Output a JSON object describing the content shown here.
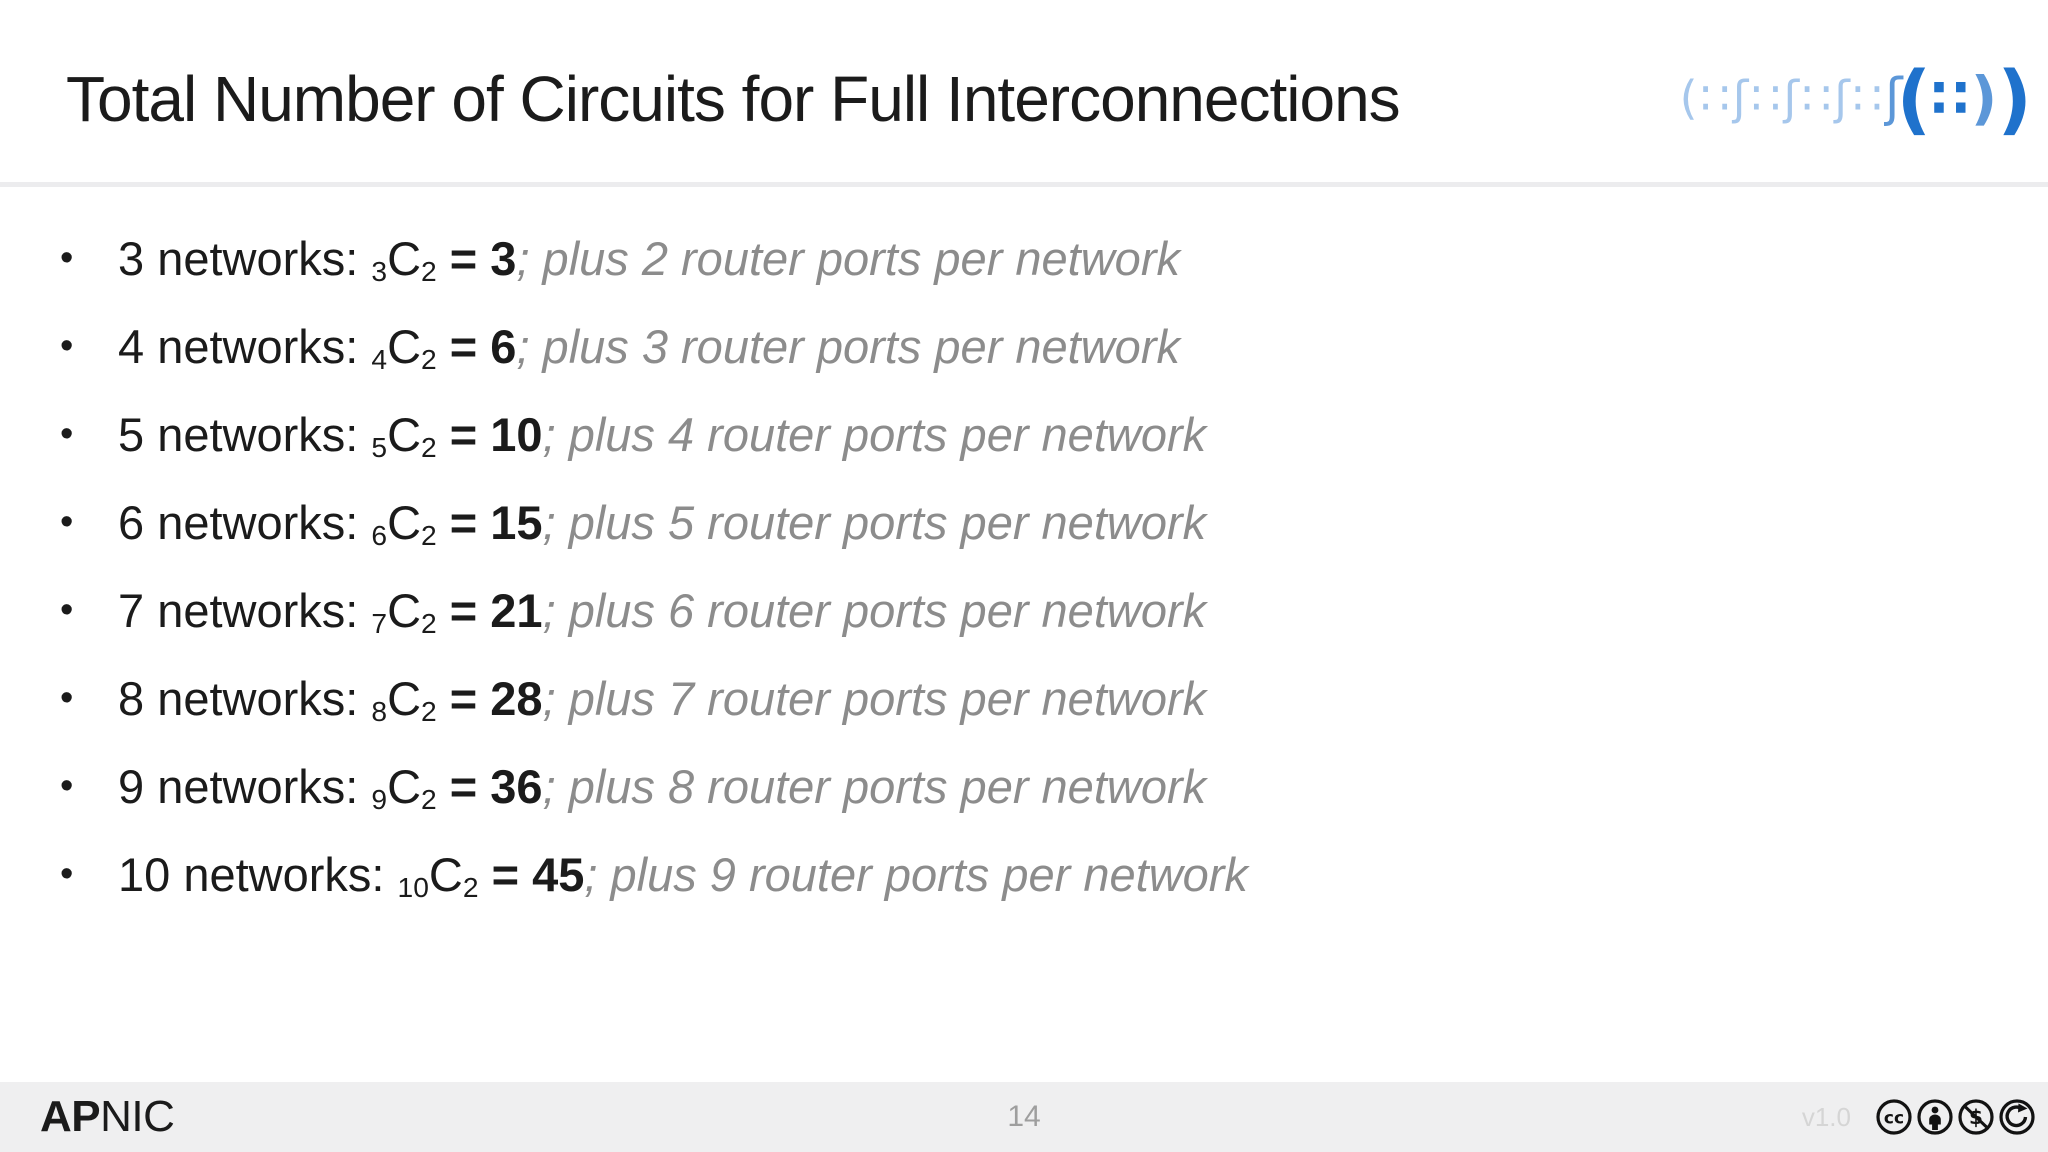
{
  "title": "Total Number of Circuits for Full Interconnections",
  "bullet_glyph": "•",
  "bullets": [
    {
      "label": "3 networks: ",
      "n": "3",
      "C": "C",
      "k": "2",
      "eq": " = ",
      "value": "3",
      "note": "; plus 2 router ports per network"
    },
    {
      "label": "4 networks: ",
      "n": "4",
      "C": "C",
      "k": "2",
      "eq": " = ",
      "value": "6",
      "note": "; plus 3 router ports per network"
    },
    {
      "label": "5 networks: ",
      "n": "5",
      "C": "C",
      "k": "2",
      "eq": " = ",
      "value": "10",
      "note": "; plus 4 router ports per network"
    },
    {
      "label": "6 networks: ",
      "n": "6",
      "C": "C",
      "k": "2",
      "eq": " = ",
      "value": "15",
      "note": "; plus 5 router ports per network"
    },
    {
      "label": "7 networks: ",
      "n": "7",
      "C": "C",
      "k": "2",
      "eq": " = ",
      "value": "21",
      "note": "; plus 6 router ports per network"
    },
    {
      "label": "8 networks: ",
      "n": "8",
      "C": "C",
      "k": "2",
      "eq": " = ",
      "value": "28",
      "note": "; plus 7 router ports per network"
    },
    {
      "label": "9 networks: ",
      "n": "9",
      "C": "C",
      "k": "2",
      "eq": " = ",
      "value": "36",
      "note": "; plus 8 router ports per network"
    },
    {
      "label": "10 networks: ",
      "n": "10",
      "C": "C",
      "k": "2",
      "eq": " = ",
      "value": "45",
      "note": "; plus 9 router ports per network"
    }
  ],
  "logo": {
    "glyphs_light": "(∷ʃ∷ʃ∷ʃ∷",
    "glyph_mid": "ʃ",
    "glyph_open": "(",
    "glyph_dots": "∷",
    "glyph_close_small": ")",
    "glyph_close_big": ")"
  },
  "footer": {
    "brand_bold": "AP",
    "brand_regular": "NIC",
    "page_number": "14",
    "version": "v1.0",
    "license_icons": [
      "cc-icon",
      "cc-by-icon",
      "cc-nc-icon",
      "cc-sa-icon"
    ]
  },
  "colors": {
    "text": "#1b1b1b",
    "muted": "#8c8c8c",
    "footer_bg": "#efeff0",
    "page_num": "#9e9e9e",
    "version": "#d5d5d5",
    "divider": "#ececee",
    "brand_light_blue": "#a6c7ec",
    "brand_mid_blue": "#5c97d8",
    "brand_dark_blue": "#1f72cc",
    "icon_black": "#121212"
  }
}
